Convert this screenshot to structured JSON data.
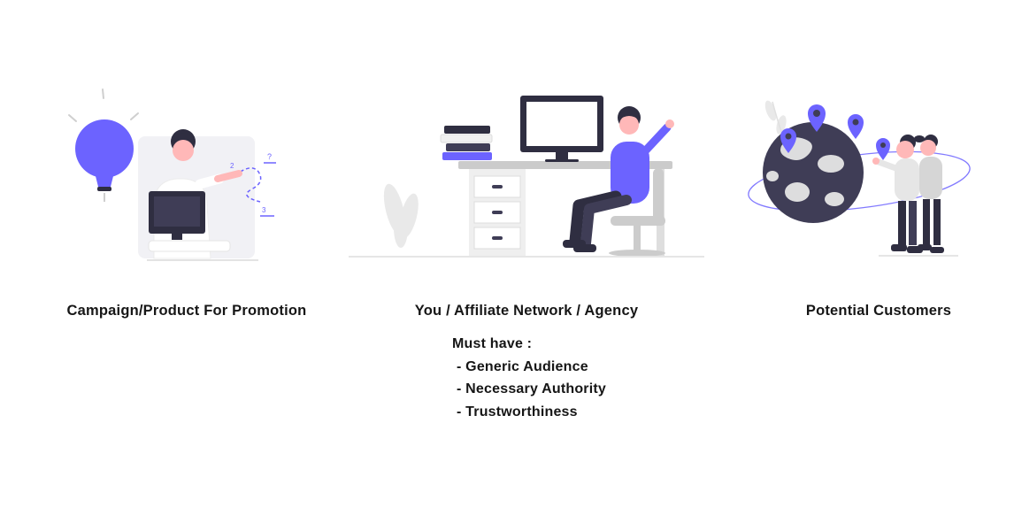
{
  "colors": {
    "accent": "#6c63ff",
    "dark": "#2f2e41",
    "mid_dark": "#3f3d56",
    "light_gray": "#e6e6e6",
    "skin": "#ffb8b8",
    "text": "#161616"
  },
  "columns": [
    {
      "id": "campaign",
      "label": "Campaign/Product For Promotion",
      "illustration": "idea-presentation-illustration",
      "marks": {
        "question": "?",
        "step2": "2",
        "step3": "3"
      }
    },
    {
      "id": "you-affiliate-network-agency",
      "label": "You / Affiliate Network / Agency",
      "illustration": "workspace-desk-illustration",
      "details": {
        "heading": "Must have :",
        "items": [
          "- Generic Audience",
          "- Necessary Authority",
          "- Trustworthiness"
        ]
      }
    },
    {
      "id": "potential-customers",
      "label": "Potential Customers",
      "illustration": "global-customers-illustration"
    }
  ]
}
